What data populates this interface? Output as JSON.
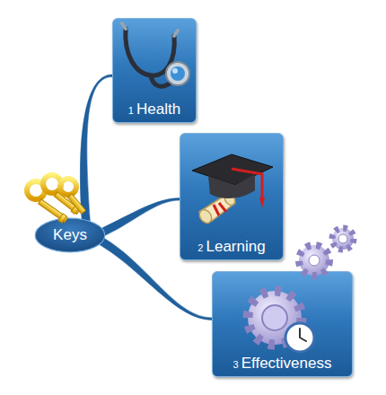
{
  "diagram": {
    "nodes": [
      {
        "text": [
          "Keys"
        ]
      },
      {
        "text": [
          "1",
          "Health"
        ]
      },
      {
        "text": [
          "2",
          "Learning"
        ]
      },
      {
        "text": [
          "3",
          "Effectiveness"
        ]
      }
    ],
    "edges": [
      {
        "from": 0,
        "to": 1,
        "arrow": "none"
      },
      {
        "from": 0,
        "to": 2,
        "arrow": "none"
      },
      {
        "from": 0,
        "to": 3,
        "arrow": "none"
      }
    ]
  }
}
